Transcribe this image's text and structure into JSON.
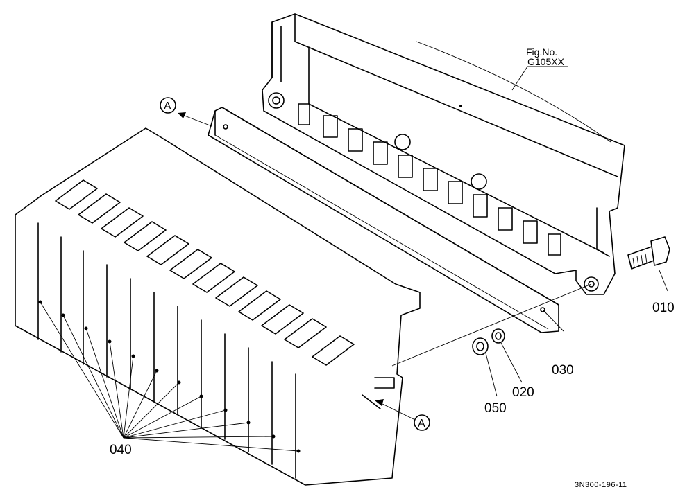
{
  "figure_reference": {
    "prefix": "Fig.No.",
    "number": "G105XX"
  },
  "parts": {
    "p010": "010",
    "p020": "020",
    "p030": "030",
    "p040": "040",
    "p050": "050"
  },
  "section_marks": {
    "upper": "A",
    "lower": "A"
  },
  "drawing_code": "3N300-196-11"
}
